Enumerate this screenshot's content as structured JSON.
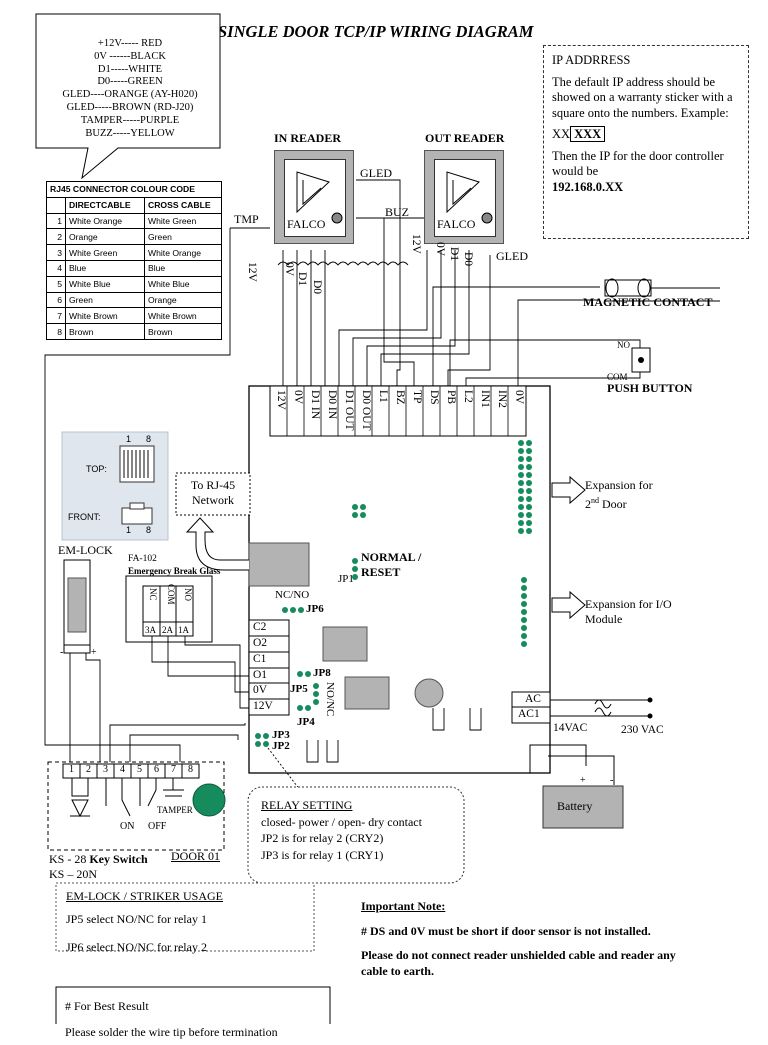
{
  "title": "SINGLE DOOR TCP/IP  WIRING DIAGRAM",
  "wire_colors": [
    "+12V----- RED",
    "0V ------BLACK",
    "D1-----WHITE",
    "D0-----GREEN",
    "GLED----ORANGE (AY-H020)",
    "GLED-----BROWN (RD-J20)",
    "TAMPER-----PURPLE",
    "BUZZ-----YELLOW"
  ],
  "ip_box": {
    "heading": "IP ADDRRESS",
    "text1": "The default IP address should be showed on a warranty sticker with a square onto the numbers. Example:",
    "example_prefix": "XX",
    "example_boxed": "XXX",
    "text2": "Then the IP for the door controller would be",
    "ip_value": "192.168.0.XX"
  },
  "rj45": {
    "title": "RJ45 CONNECTOR COLOUR CODE",
    "headers": [
      "",
      "DIRECTCABLE",
      "CROSS CABLE"
    ],
    "rows": [
      [
        "1",
        "White Orange",
        "White Green"
      ],
      [
        "2",
        "Orange",
        "Green"
      ],
      [
        "3",
        "White Green",
        "White Orange"
      ],
      [
        "4",
        "Blue",
        "Blue"
      ],
      [
        "5",
        "White Blue",
        "White Blue"
      ],
      [
        "6",
        "Green",
        "Orange"
      ],
      [
        "7",
        "White Brown",
        "White Brown"
      ],
      [
        "8",
        "Brown",
        "Brown"
      ]
    ]
  },
  "readers": {
    "in_label": "IN READER",
    "out_label": "OUT READER",
    "brand": "FALCO"
  },
  "wires": {
    "tmp": "TMP",
    "gled": "GLED",
    "buz": "BUZ",
    "v12": "12V",
    "v0": "0V",
    "d1": "D1",
    "d0": "D0"
  },
  "magnetic_contact": "MAGNETIC CONTACT",
  "push_button": {
    "label": "PUSH BUTTON",
    "no": "NO",
    "com": "COM"
  },
  "terminals_top": [
    "12V",
    "0V",
    "D1 IN",
    "D0 IN",
    "D1 OUT",
    "D0 OUT",
    "L1",
    "BZ",
    "TP",
    "DS",
    "PB",
    "L2",
    "IN1",
    "IN2",
    "0V"
  ],
  "rj45_plug": {
    "pin1": "1",
    "pin8": "8",
    "top": "TOP:",
    "front": "FRONT:"
  },
  "network_label": "To RJ-45 Network",
  "expansion_door": {
    "prefix": "Expansion for",
    "num": "2",
    "sup": "nd",
    "suffix": " Door"
  },
  "expansion_io": "Expansion for I/O Module",
  "em_lock": "EM-LOCK",
  "fa102": "FA-102",
  "break_glass": "Emergency Break Glass",
  "break_glass_pins": [
    "NC",
    "COM",
    "NO"
  ],
  "break_glass_terms": [
    "3A",
    "2A",
    "1A"
  ],
  "minus": "-",
  "plus": "+",
  "jumpers": {
    "jp1": "JP1",
    "normal_reset": "NORMAL / RESET",
    "ncno": "NC/NO",
    "jp6": "JP6",
    "jp8": "JP8",
    "jp5": "JP5",
    "jp4": "JP4",
    "nonc": "NO/NC",
    "jp3": "JP3",
    "jp2": "JP2"
  },
  "relay_terminals": [
    "C2",
    "O2",
    "C1",
    "O1",
    "0V",
    "12V"
  ],
  "ac_terminals": [
    "AC",
    "AC1"
  ],
  "v14": "14VAC",
  "v230": "230 VAC",
  "battery": "Battery",
  "key_switch": {
    "pins": [
      "1",
      "2",
      "3",
      "4",
      "5",
      "6",
      "7",
      "8"
    ],
    "on": "ON",
    "off": "OFF",
    "tamper": "TAMPER",
    "door": "DOOR 01",
    "ks28_prefix": "KS - 28",
    "ks28_bold": "Key Switch",
    "ks20": "KS – 20N"
  },
  "relay_setting": {
    "title": "RELAY SETTING",
    "lines": [
      "closed- power / open- dry contact",
      "JP2 is for relay 2 (CRY2)",
      "JP3 is for relay 1 (CRY1)"
    ]
  },
  "emlock_usage": {
    "title": "EM-LOCK / STRIKER USAGE",
    "lines": [
      "JP5 select NO/NC for relay 1",
      "JP6 select NO/NC for relay 2"
    ]
  },
  "best_result": {
    "title": "# For Best Result",
    "text": "Please solder the wire tip before termination"
  },
  "important": {
    "title": "Important Note:",
    "line1": "# DS and 0V must be short if door sensor is not installed.",
    "line2": "Please do not connect reader unshielded cable and reader any cable to earth."
  }
}
